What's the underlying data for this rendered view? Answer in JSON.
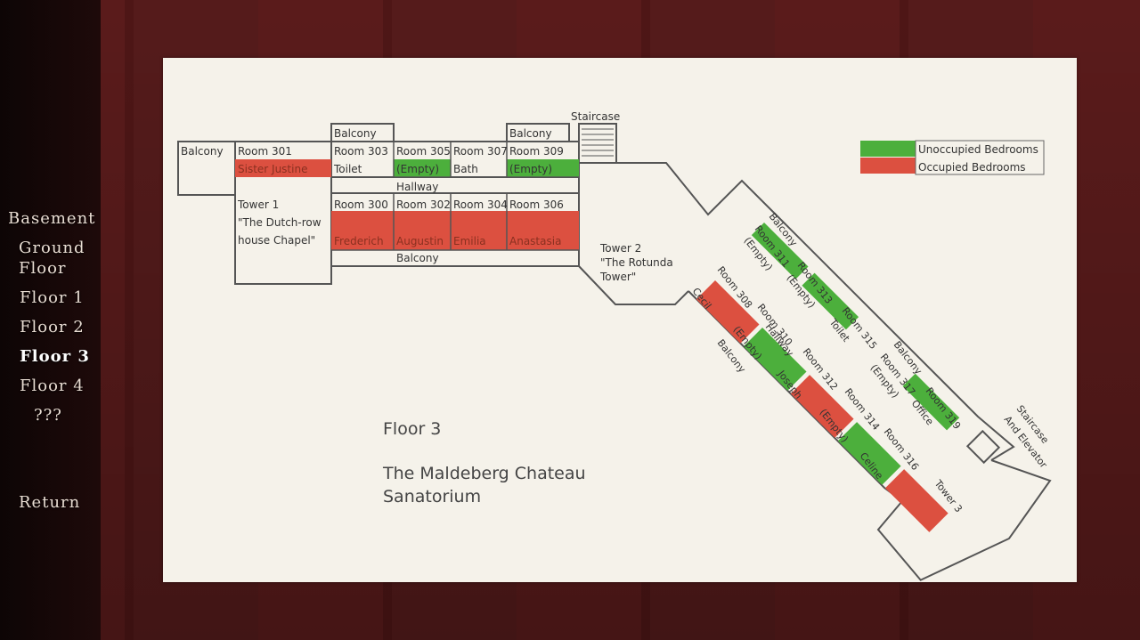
{
  "menu": {
    "basement": "Basement",
    "ground_floor_1": "Ground",
    "ground_floor_2": "Floor",
    "floor_1": "Floor 1",
    "floor_2": "Floor 2",
    "floor_3": "Floor 3",
    "floor_4": "Floor 4",
    "unknown": "???",
    "return": "Return"
  },
  "map": {
    "floor_title": "Floor 3",
    "building_line1": "The Maldeberg Chateau",
    "building_line2": "Sanatorium",
    "legend": {
      "unoccupied": "Unoccupied Bedrooms",
      "occupied": "Occupied Bedrooms",
      "unoccupied_color": "#4caf3c",
      "occupied_color": "#dc5040"
    },
    "labels": {
      "balcony": "Balcony",
      "staircase": "Staircase",
      "hallway": "Hallway",
      "tower1_a": "Tower 1",
      "tower1_b": "\"The Dutch-row",
      "tower1_c": "house Chapel\"",
      "tower2_a": "Tower 2",
      "tower2_b": "\"The Rotunda",
      "tower2_c": "Tower\"",
      "tower3": "Tower 3",
      "stair_elev_1": "Staircase",
      "stair_elev_2": "And Elevator",
      "toilet": "Toilet",
      "bath": "Bath",
      "office": "Office"
    },
    "rooms": {
      "r301": "Room 301",
      "r301_occ": "Sister Justine",
      "r303": "Room 303",
      "r305": "Room 305",
      "r305_occ": "(Empty)",
      "r307": "Room 307",
      "r309": "Room 309",
      "r309_occ": "(Empty)",
      "r300": "Room 300",
      "r300_occ": "Frederich",
      "r302": "Room 302",
      "r302_occ": "Augustin",
      "r304": "Room 304",
      "r304_occ": "Emilia",
      "r306": "Room 306",
      "r306_occ": "Anastasia",
      "r311": "Room 311",
      "r311_occ": "(Empty)",
      "r313": "Room 313",
      "r313_occ": "(Empty)",
      "r315": "Room 315",
      "r317": "Room 317",
      "r317_occ": "(Empty)",
      "r319": "Room 319",
      "r308": "Room 308",
      "r308_occ": "Cecil",
      "r310": "Room 310",
      "r310_occ": "(Empty)",
      "r312": "Room 312",
      "r312_occ": "Joseph",
      "r314": "Room 314",
      "r314_occ": "(Empty)",
      "r316": "Room 316",
      "r316_occ": "Celine"
    }
  }
}
